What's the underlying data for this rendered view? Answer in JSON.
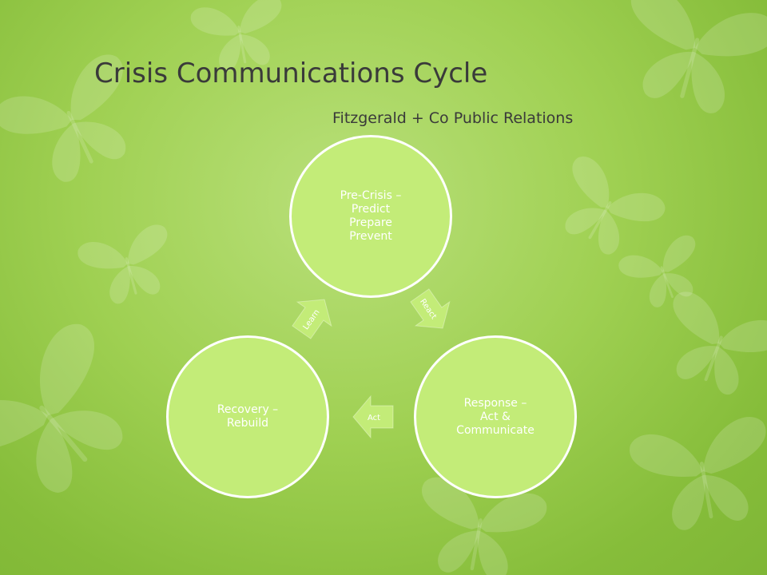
{
  "slide": {
    "title": "Crisis Communications Cycle",
    "subtitle": "Fitzgerald + Co Public Relations"
  },
  "colors": {
    "background": "#9fd052",
    "node_fill": "#c3ec78",
    "node_border": "#ffffff",
    "arrow_fill": "#c3ec78",
    "title_text": "#3a3a3a",
    "node_text": "#ffffff"
  },
  "cycle": {
    "nodes": [
      {
        "id": "pre",
        "label": "Pre-Crisis –\nPredict\nPrepare\nPrevent"
      },
      {
        "id": "resp",
        "label": "Response –\nAct &\nCommunicate"
      },
      {
        "id": "rec",
        "label": "Recovery –\nRebuild"
      }
    ],
    "arrows": [
      {
        "label": "React"
      },
      {
        "label": "Act"
      },
      {
        "label": "Learn"
      }
    ]
  }
}
